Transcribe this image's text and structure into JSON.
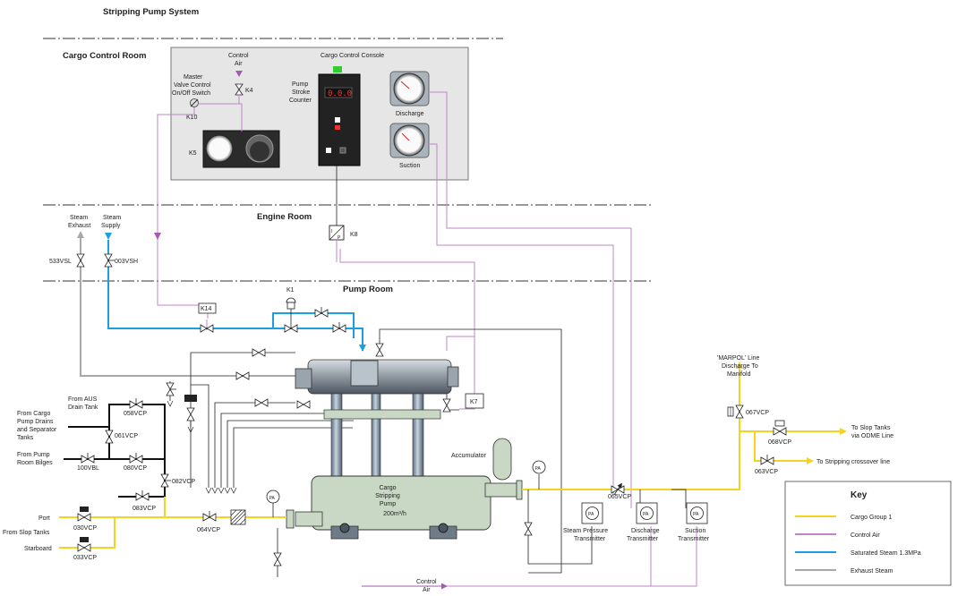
{
  "title": "Stripping Pump System",
  "zones": {
    "cargo_control_room": "Cargo Control Room",
    "engine_room": "Engine Room",
    "pump_room": "Pump Room"
  },
  "console": {
    "title": "Cargo Control Console",
    "control_air": [
      "Control",
      "Air"
    ],
    "k4": "K4",
    "master_valve": [
      "Master",
      "Valve Control",
      "On/Off Switch"
    ],
    "k10": "K10",
    "k5": "K5",
    "pump_stroke": [
      "Pump",
      "Stroke",
      "Counter"
    ],
    "counter_value": "0.0.0",
    "discharge": "Discharge",
    "suction": "Suction"
  },
  "k8": "K8",
  "steam_exhaust": [
    "Steam",
    "Exhaust"
  ],
  "steam_supply": [
    "Steam",
    "Supply"
  ],
  "v533": "533VSL",
  "v003": "003VSH",
  "k14": "K14",
  "k1": "K1",
  "k7": "K7",
  "from_aus": [
    "From AUS",
    "Drain Tank"
  ],
  "from_cargo_drains": [
    "From Cargo",
    "Pump Drains",
    "and Separator",
    "Tanks"
  ],
  "from_bilges": [
    "From Pump",
    "Room Bilges"
  ],
  "v058": "058VCP",
  "v061": "061VCP",
  "v100": "100VBL",
  "v080": "080VCP",
  "v082": "082VCP",
  "v083": "083VCP",
  "v030": "030VCP",
  "v033": "033VCP",
  "v064": "064VCP",
  "v065": "065VCP",
  "v067": "067VCP",
  "v068": "068VCP",
  "v063": "063VCP",
  "port": "Port",
  "from_slop": "From Slop Tanks",
  "starboard": "Starboard",
  "pump": [
    "Cargo",
    "Stripping",
    "Pump",
    "200m³/h"
  ],
  "accumulator": "Accumulator",
  "pa": "PA",
  "steam_pt": [
    "Steam Pressure",
    "Transmitter"
  ],
  "discharge_tx": [
    "Discharge",
    "Transmitter"
  ],
  "suction_tx": [
    "Suction",
    "Transmitter"
  ],
  "marpol": [
    "'MARPOL' Line",
    "Discharge To",
    "Manifold"
  ],
  "to_slop": [
    "To Slop Tanks",
    "via ODME Line"
  ],
  "to_strip": "To Stripping crossover line",
  "control_air_bottom": [
    "Control",
    "Air"
  ],
  "key": {
    "title": "Key",
    "items": [
      {
        "label": "Cargo Group 1",
        "color": "#f5d31f"
      },
      {
        "label": "Control Air",
        "color": "#c084c8"
      },
      {
        "label": "Saturated Steam 1.3MPa",
        "color": "#1aa0e0"
      },
      {
        "label": "Exhaust Steam",
        "color": "#a8a8a8"
      }
    ]
  },
  "colors": {
    "cargo": "#f5d31f",
    "air": "#b476be",
    "steam": "#1aa0e0",
    "exhaust": "#a8a8a8",
    "pump_body": "#c8d8c4",
    "console": "#e6e6e6"
  }
}
